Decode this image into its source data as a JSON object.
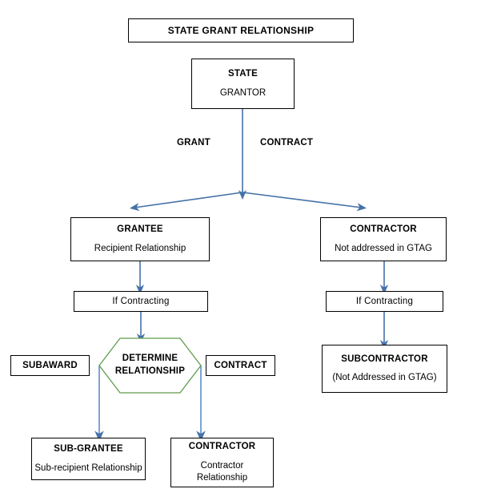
{
  "diagram": {
    "title": "STATE GRANT RELATIONSHIP",
    "colors": {
      "node_border": "#000000",
      "connector": "#4472a8",
      "decision_border": "#5f9c4a",
      "background": "#ffffff",
      "text": "#000000"
    },
    "nodes": {
      "banner": {
        "title": "STATE GRANT RELATIONSHIP"
      },
      "state": {
        "title": "STATE",
        "sub": "GRANTOR"
      },
      "grantee": {
        "title": "GRANTEE",
        "sub": "Recipient Relationship"
      },
      "contractor_top": {
        "title": "CONTRACTOR",
        "sub": "Not addressed in GTAG"
      },
      "if_contracting_left": {
        "title": "If Contracting"
      },
      "if_contracting_right": {
        "title": "If Contracting"
      },
      "subaward": {
        "title": "SUBAWARD"
      },
      "contract": {
        "title": "CONTRACT"
      },
      "determine": {
        "line1": "DETERMINE",
        "line2": "RELATIONSHIP"
      },
      "subcontractor": {
        "title": "SUBCONTRACTOR",
        "sub": "(Not Addressed in GTAG)"
      },
      "sub_grantee": {
        "title": "SUB-GRANTEE",
        "sub": "Sub-recipient Relationship"
      },
      "contractor_bottom": {
        "title": "CONTRACTOR",
        "sub": "Contractor\nRelationship",
        "sub_line1": "Contractor",
        "sub_line2": "Relationship"
      }
    },
    "edge_labels": {
      "grant": "GRANT",
      "contract": "CONTRACT"
    }
  }
}
